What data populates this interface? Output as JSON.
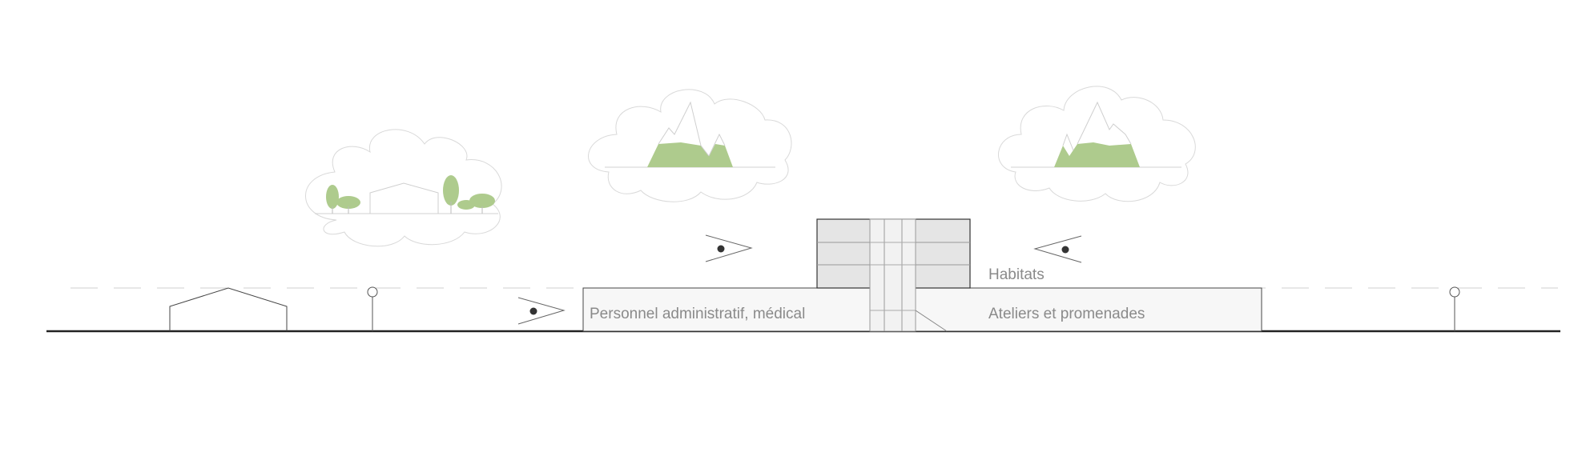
{
  "labels": {
    "habitats": "Habitats",
    "admin": "Personnel administratif, médical",
    "ateliers": "Ateliers et promenades"
  },
  "colors": {
    "green": "#aecb8d",
    "line": "#333333",
    "fill_light": "#f7f7f7",
    "fill_mid": "#e5e5e5",
    "text": "#8a8a8a",
    "cloud": "#d9d9d9"
  },
  "icons": [
    "eye-icon",
    "cloud-icon",
    "house-icon",
    "lamp-post-icon",
    "tree-icon",
    "mountain-icon"
  ]
}
